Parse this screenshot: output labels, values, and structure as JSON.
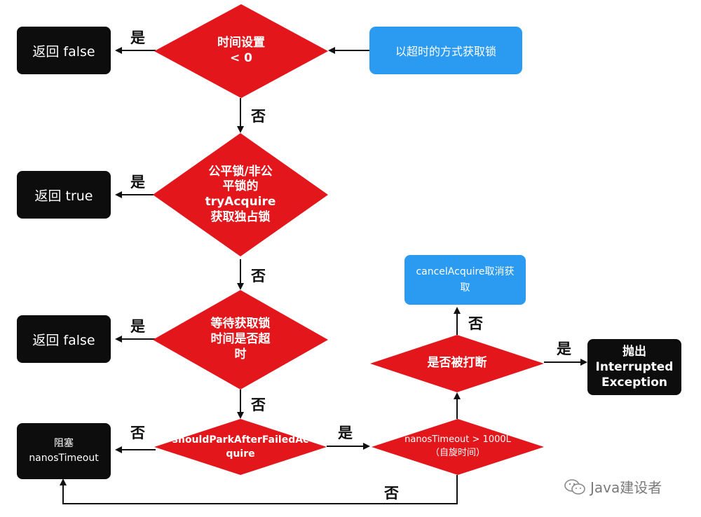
{
  "nodes": {
    "start": "以超时的方式获取锁",
    "d_time_lt0": "时间设置\n< 0",
    "ret_false_1": "返回 false",
    "d_try_acquire": "公平锁/非公\n平锁的\ntryAcquire\n获取独占锁",
    "ret_true": "返回 true",
    "d_wait_timeout": "等待获取锁\n时间是否超\n时",
    "ret_false_2": "返回 false",
    "d_should_park": "shouldParkAfterFailedAc\nquire",
    "block": "阻塞\nnanosTimeout",
    "d_nanos_timeout": "nanosTimeout > 1000L\n（自旋时间）",
    "d_interrupted": "是否被打断",
    "cancel": "cancelAcquire取消获\n取",
    "throw": "抛出\nInterrupted\nException"
  },
  "edge_labels": {
    "yes_1": "是",
    "no_1": "否",
    "yes_2": "是",
    "no_2": "否",
    "yes_3": "是",
    "no_3": "否",
    "no_4": "否",
    "yes_4": "是",
    "no_5": "否",
    "no_6": "否",
    "yes_5": "是"
  },
  "watermark": "Java建设者",
  "colors": {
    "decision": "#e3161b",
    "terminal": "#0d0d0d",
    "process": "#2b9bf2",
    "arrow": "#111111"
  }
}
